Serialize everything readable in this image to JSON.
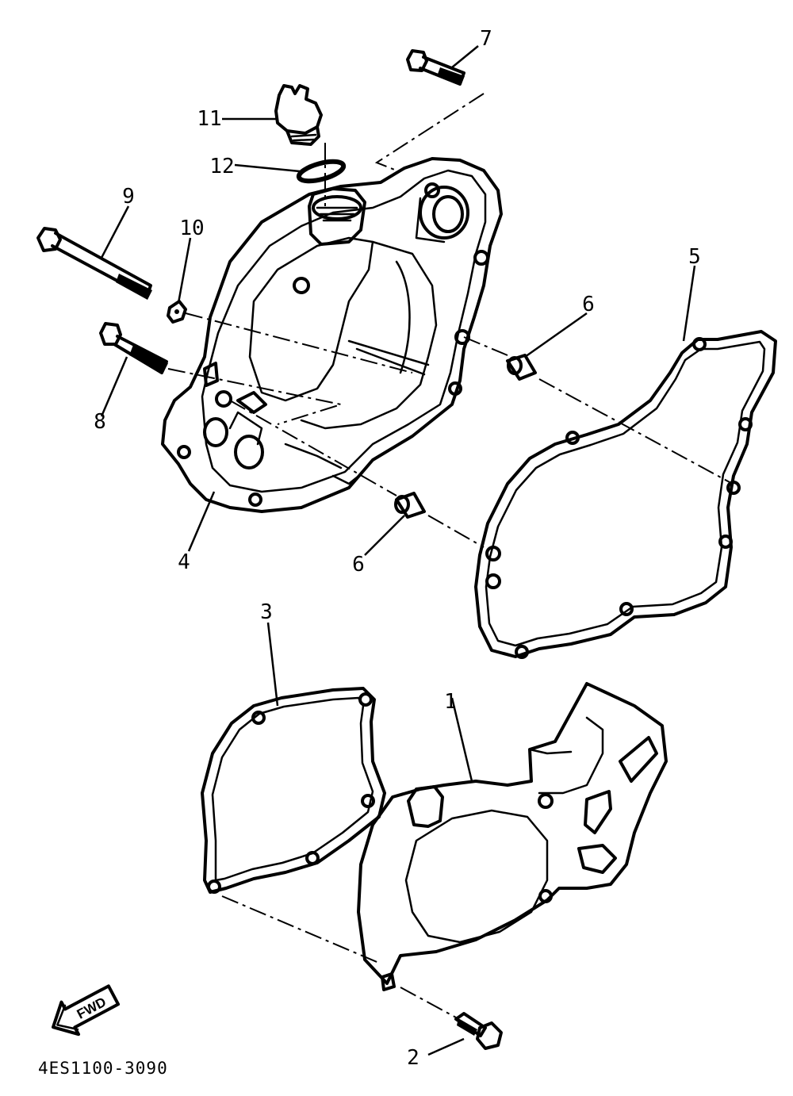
{
  "diagram_code": "4ES1100-3090",
  "direction_marker": "FWD",
  "callouts": [
    {
      "id": "c1",
      "label": "1"
    },
    {
      "id": "c2",
      "label": "2"
    },
    {
      "id": "c3",
      "label": "3"
    },
    {
      "id": "c4",
      "label": "4"
    },
    {
      "id": "c5",
      "label": "5"
    },
    {
      "id": "c6a",
      "label": "6"
    },
    {
      "id": "c6b",
      "label": "6"
    },
    {
      "id": "c7",
      "label": "7"
    },
    {
      "id": "c8",
      "label": "8"
    },
    {
      "id": "c9",
      "label": "9"
    },
    {
      "id": "c10",
      "label": "10"
    },
    {
      "id": "c11",
      "label": "11"
    },
    {
      "id": "c12",
      "label": "12"
    }
  ]
}
